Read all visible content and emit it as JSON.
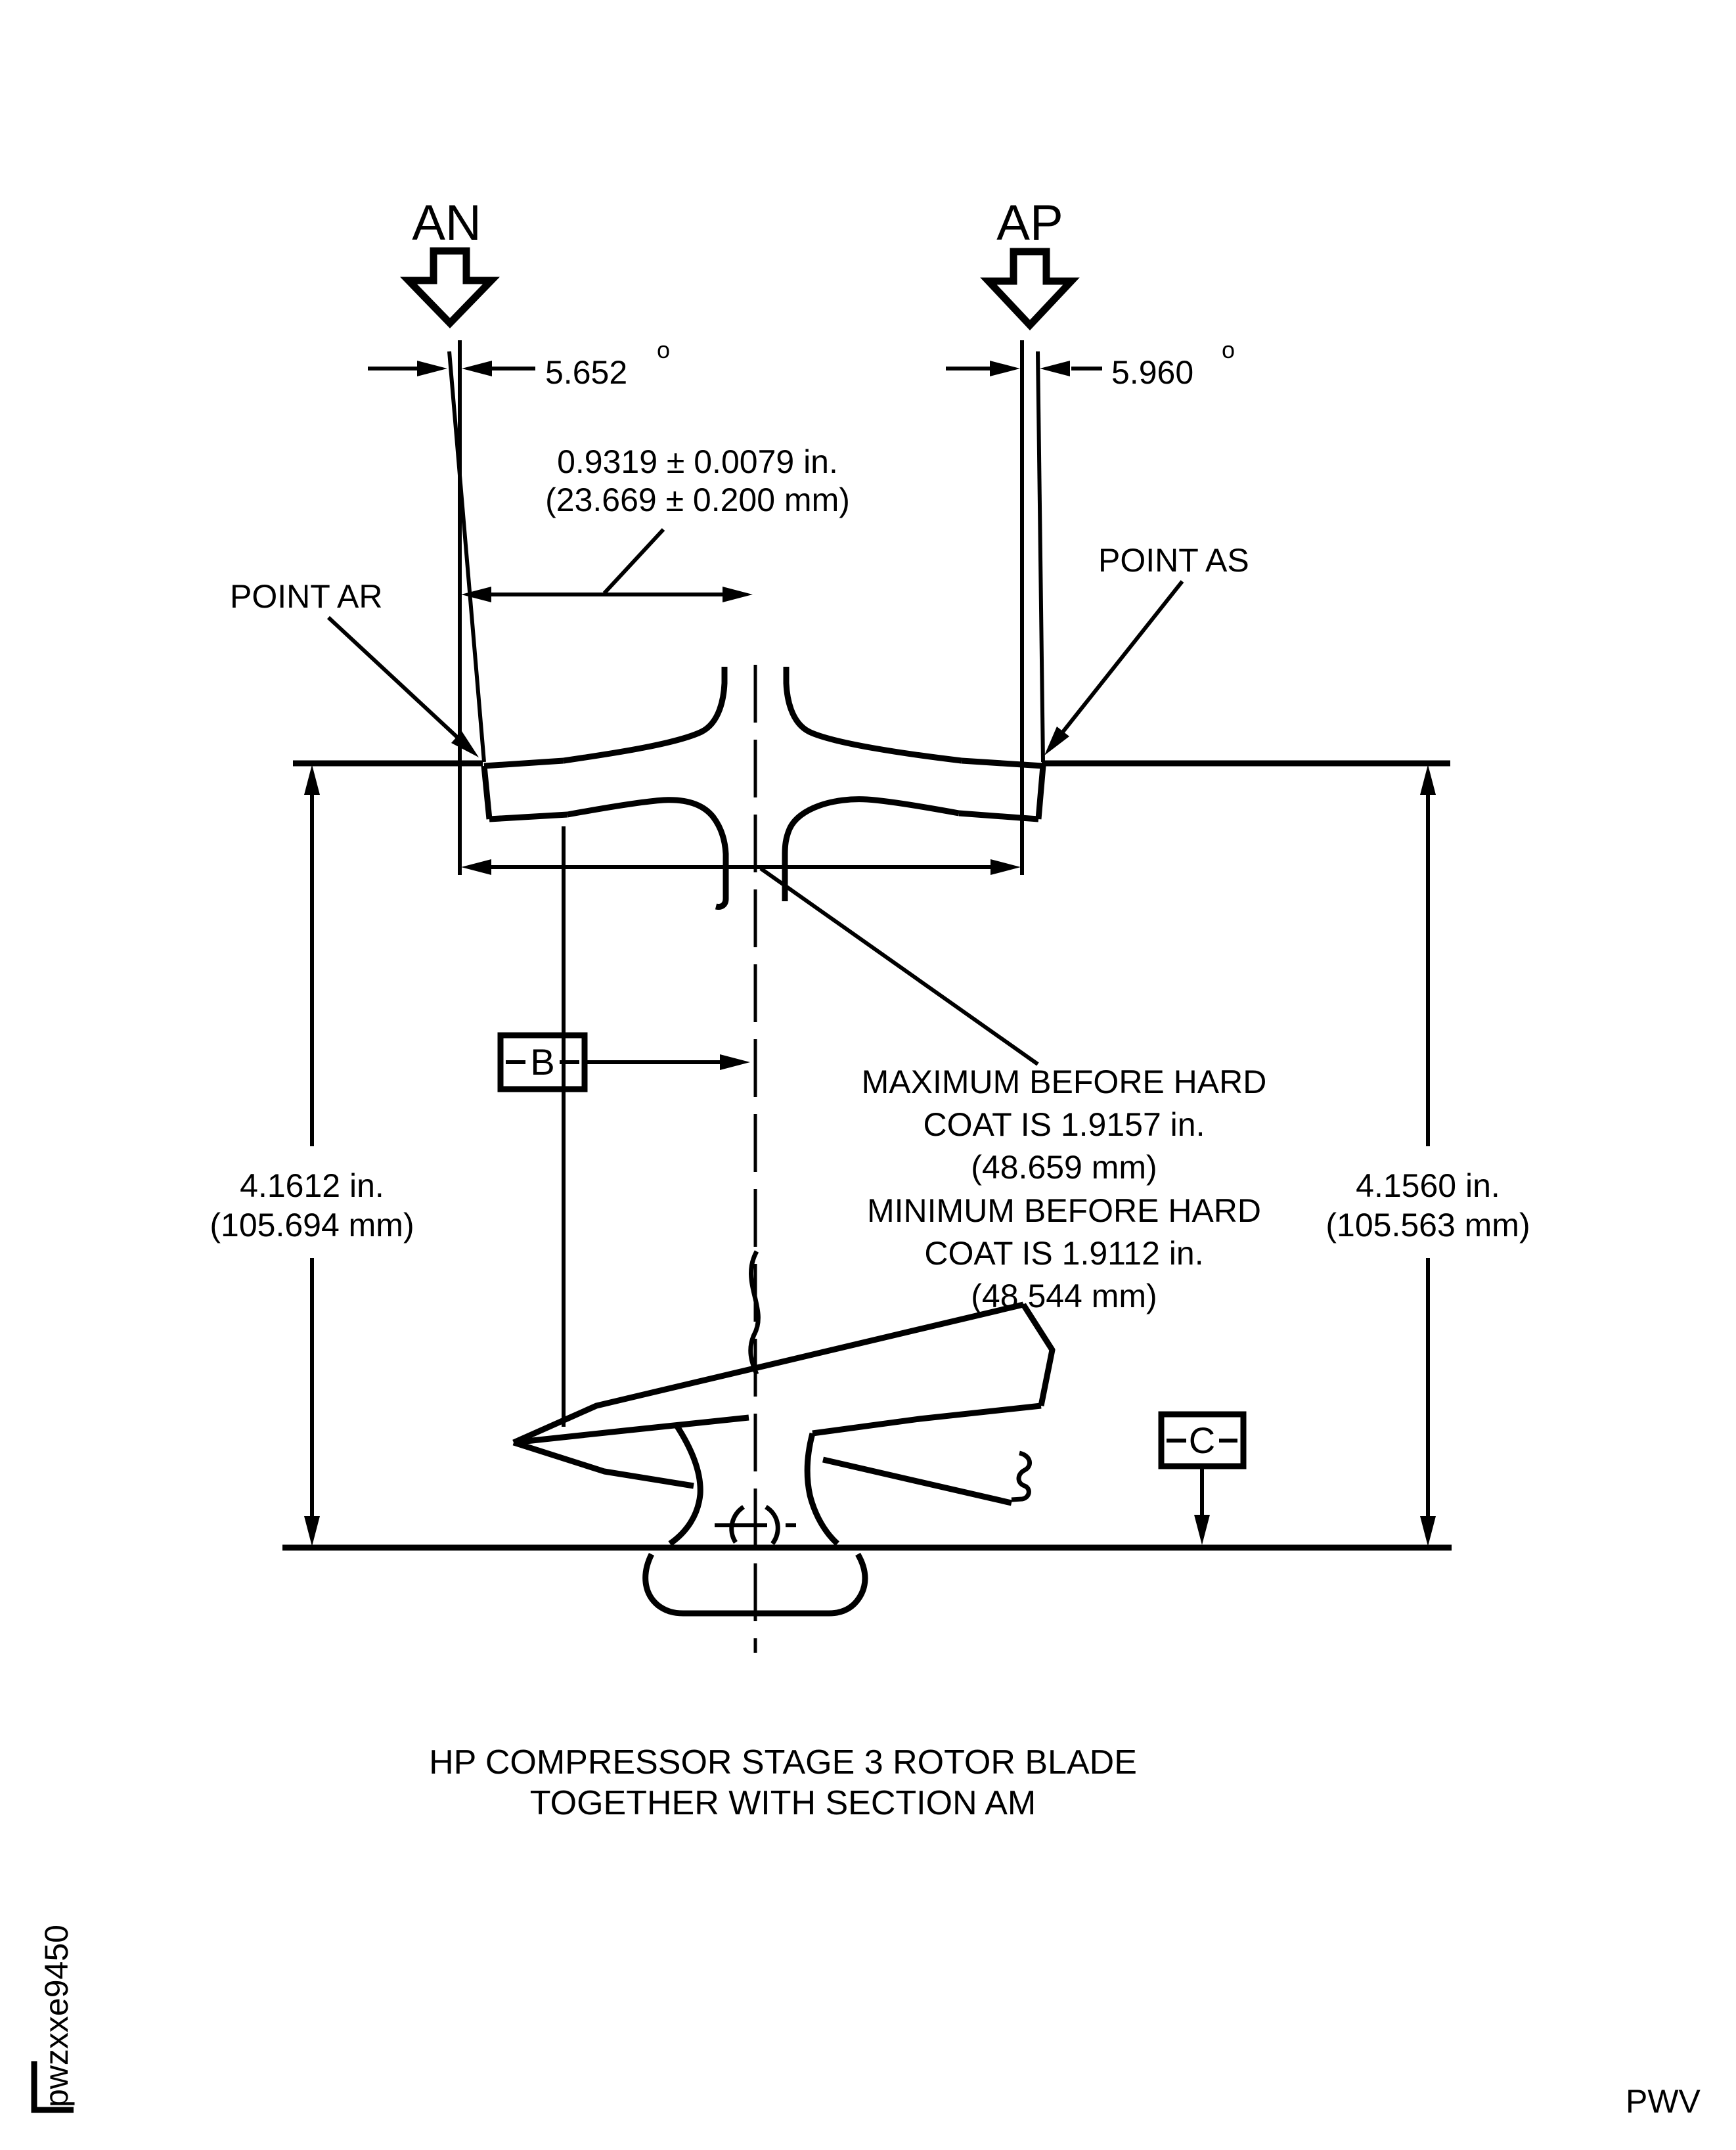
{
  "drawing": {
    "section_labels": {
      "an": "AN",
      "ap": "AP"
    },
    "angles": {
      "left": {
        "value": "5.652",
        "deg": "o"
      },
      "right": {
        "value": "5.960",
        "deg": "o"
      }
    },
    "tip_offset": {
      "in": "0.9319 ± 0.0079 in.",
      "mm": "(23.669 ± 0.200 mm)"
    },
    "points": {
      "ar": "POINT AR",
      "as": "POINT AS"
    },
    "heights": {
      "left": {
        "in": "4.1612 in.",
        "mm": "(105.694 mm)"
      },
      "right": {
        "in": "4.1560 in.",
        "mm": "(105.563 mm)"
      }
    },
    "hard_coat": {
      "lines": [
        "MAXIMUM BEFORE HARD",
        "COAT IS 1.9157 in.",
        "(48.659 mm)",
        "MINIMUM BEFORE HARD",
        "COAT IS 1.9112 in.",
        "(48.544 mm)"
      ]
    },
    "flags": {
      "b": "B",
      "c": "C"
    },
    "caption": {
      "line1": "HP COMPRESSOR STAGE 3 ROTOR BLADE",
      "line2": "TOGETHER WITH SECTION AM"
    },
    "doc_code": "pwzxxe9450",
    "sig": "PWV"
  }
}
